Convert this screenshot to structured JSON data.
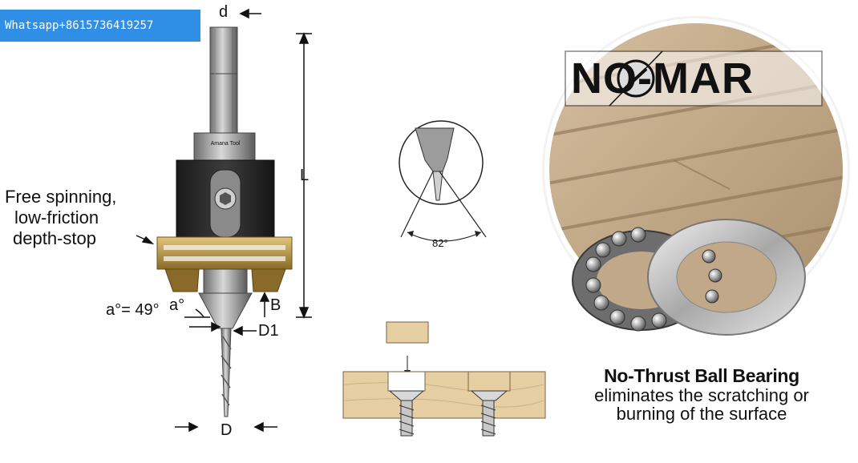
{
  "contact": {
    "text": "Whatsapp+8615736419257"
  },
  "callout": {
    "lines": [
      "Free spinning,",
      "low-friction",
      "depth-stop"
    ]
  },
  "dimensions": {
    "d": "d",
    "L": "L",
    "B": "B",
    "D1": "D1",
    "D": "D",
    "angle_eq": "a°= 49°",
    "angle_a": "a°",
    "tip_angle": "82°"
  },
  "tool": {
    "brand": "Amana Tool"
  },
  "logo": {
    "text": "NO-MAR"
  },
  "bearing": {
    "title": "No-Thrust Ball Bearing",
    "line1": "eliminates the scratching or",
    "line2": "burning of the surface"
  },
  "colors": {
    "wood": "#e7cfa4",
    "collar": "#c9a350",
    "steel": "#9a9a9a",
    "contact_bg": "#2f8fe6"
  }
}
